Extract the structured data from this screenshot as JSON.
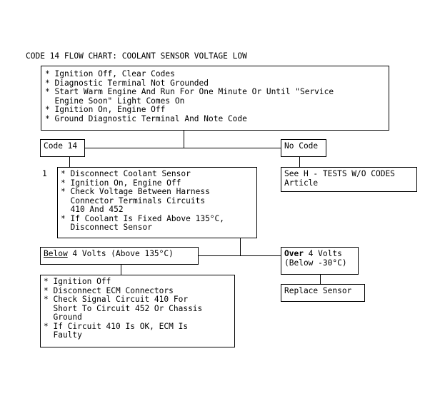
{
  "title": "CODE 14 FLOW CHART: COOLANT SENSOR VOLTAGE LOW",
  "start_box": {
    "lines": [
      "* Ignition Off, Clear Codes",
      "* Diagnostic Terminal Not Grounded",
      "* Start Warm Engine And Run For One Minute Or Until \"Service",
      "  Engine Soon\" Light Comes On",
      "* Ignition On, Engine Off",
      "* Ground Diagnostic Terminal And Note Code"
    ]
  },
  "branch_code14": {
    "label": "Code 14"
  },
  "branch_nocode": {
    "label": "No Code"
  },
  "see_box": {
    "lines": [
      "See H - TESTS W/O CODES",
      "Article"
    ]
  },
  "step1": {
    "number": "1",
    "lines": [
      "* Disconnect Coolant Sensor",
      "* Ignition On, Engine Off",
      "* Check Voltage Between Harness",
      "  Connector Terminals Circuits",
      "  410 And 452",
      "* If Coolant Is Fixed Above 135°C,",
      "  Disconnect Sensor"
    ]
  },
  "below_box": {
    "keyword": "Below",
    "rest": " 4 Volts (Above 135°C)"
  },
  "over_box": {
    "keyword": "Over",
    "rest": " 4 Volts",
    "line2": "(Below -30°C)"
  },
  "replace_box": {
    "label": "Replace Sensor"
  },
  "ecm_box": {
    "lines": [
      "* Ignition Off",
      "* Disconnect ECM Connectors",
      "* Check Signal Circuit 410 For",
      "  Short To Circuit 452 Or Chassis",
      "  Ground",
      "* If Circuit 410 Is OK, ECM Is",
      "  Faulty"
    ]
  }
}
